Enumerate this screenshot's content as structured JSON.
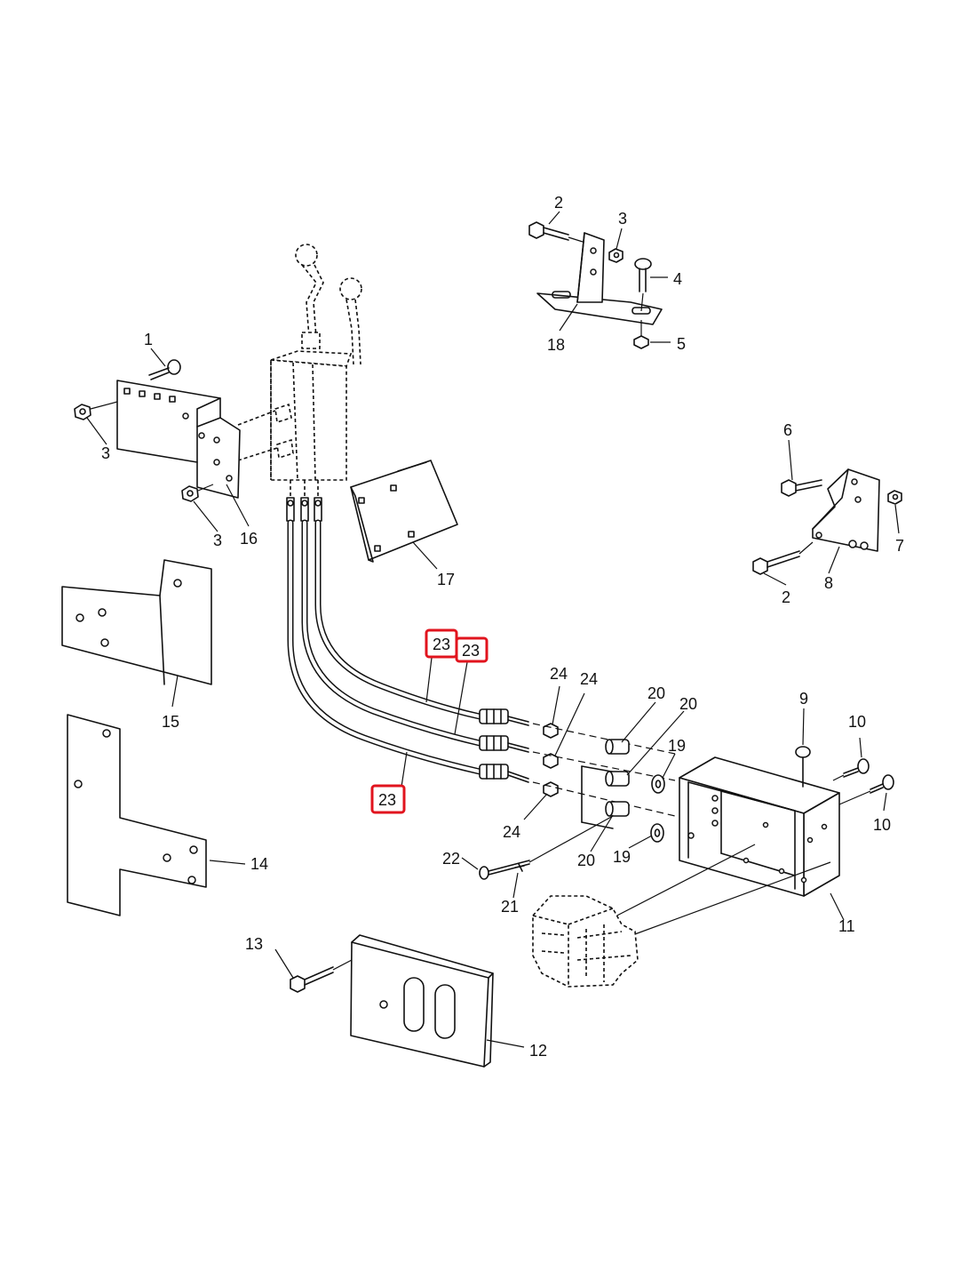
{
  "labels": {
    "p1": "1",
    "p2a": "2",
    "p2b": "2",
    "p3a": "3",
    "p3b": "3",
    "p3c": "3",
    "p4": "4",
    "p5": "5",
    "p6": "6",
    "p7": "7",
    "p8": "8",
    "p9": "9",
    "p10a": "10",
    "p10b": "10",
    "p11": "11",
    "p12": "12",
    "p13": "13",
    "p14": "14",
    "p15": "15",
    "p16": "16",
    "p17": "17",
    "p18": "18",
    "p19a": "19",
    "p19b": "19",
    "p20a": "20",
    "p20b": "20",
    "p20c": "20",
    "p21": "21",
    "p22": "22",
    "p23a": "23",
    "p23b": "23",
    "p23c": "23",
    "p24a": "24",
    "p24b": "24",
    "p24c": "24"
  },
  "highlight_color": "#e1141e"
}
